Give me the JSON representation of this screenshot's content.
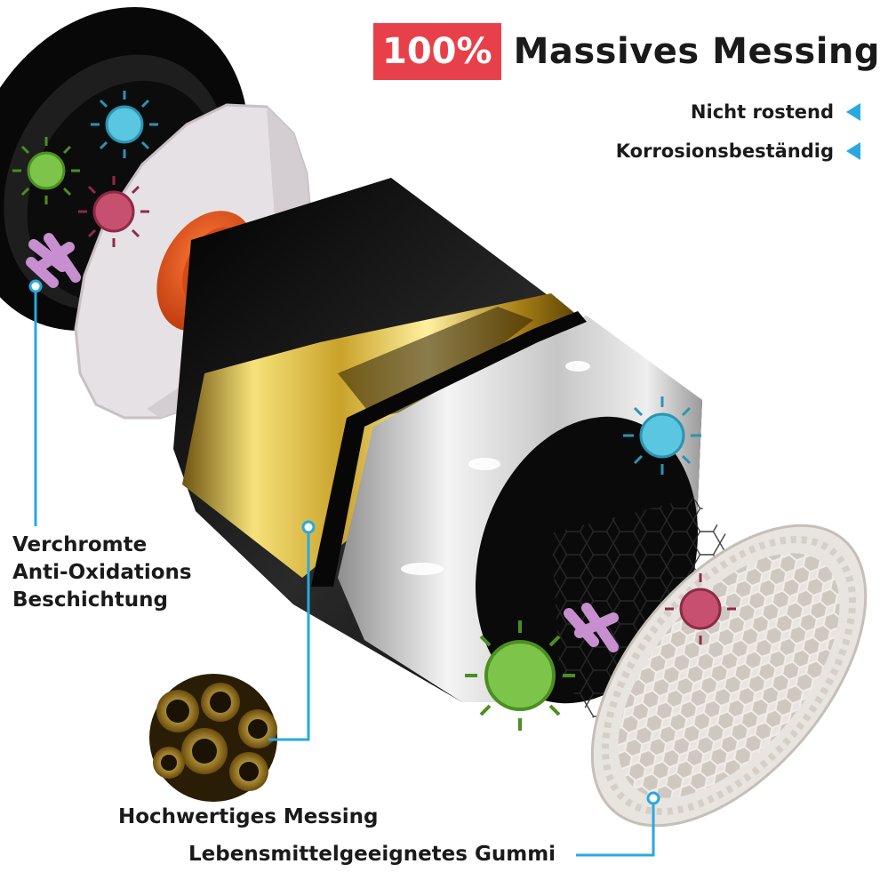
{
  "header": {
    "badge": "100%",
    "title": "Massives Messing"
  },
  "features": [
    {
      "label": "Nicht rostend",
      "icon": "triangle-left-icon"
    },
    {
      "label": "Korrosionsbeständig",
      "icon": "triangle-left-icon"
    }
  ],
  "callouts": {
    "chrome": [
      "Verchromte",
      "Anti-Oxidations",
      "Beschichtung"
    ],
    "brass": "Hochwertiges Messing",
    "rubber": "Lebensmittelgeeignetes Gummi"
  },
  "colors": {
    "accent_red": "#e8404a",
    "pointer_blue": "#29a8e0",
    "brass_gold": "#d9b23a",
    "chrome_silver": "#d8d8d8",
    "gasket_white": "#e6e1e4",
    "core_orange": "#e8501e"
  }
}
